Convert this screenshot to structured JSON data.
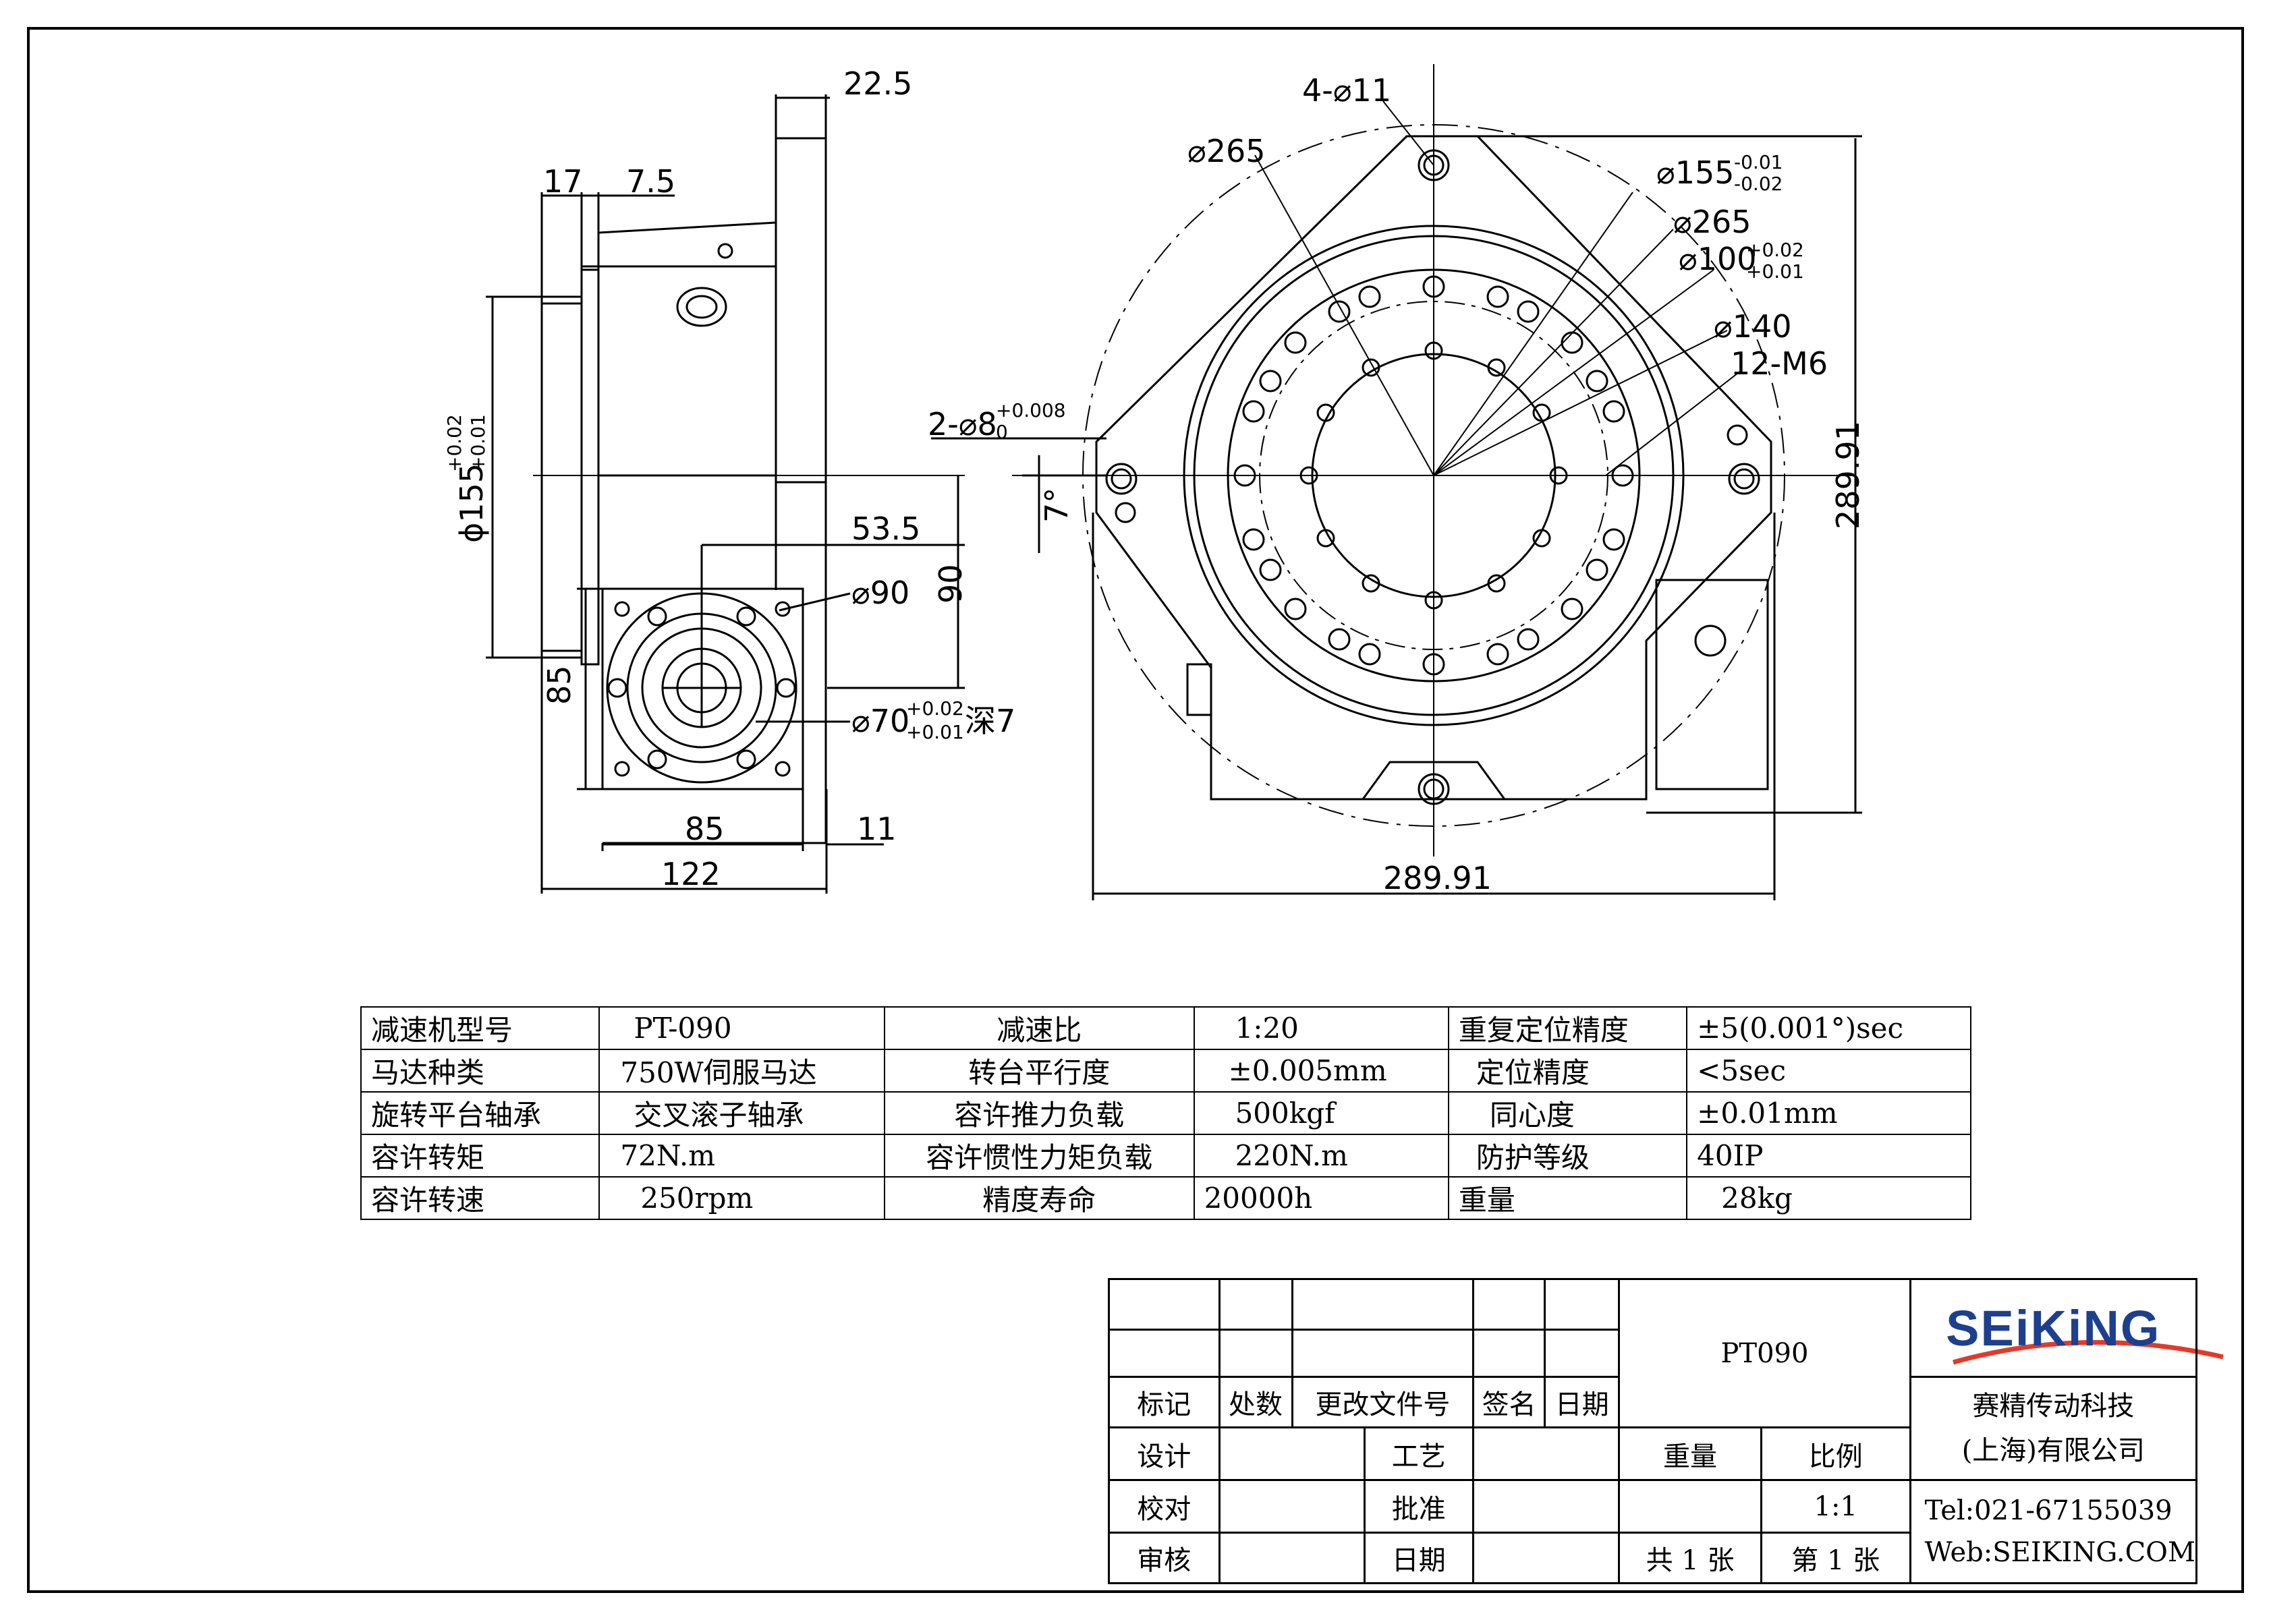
{
  "drawing": {
    "side_view": {
      "dims": [
        "22.5",
        "17",
        "7.5",
        "ϕ155",
        "+0.02",
        "+0.01",
        "53.5",
        "90",
        "⌀90",
        "85",
        "⌀70",
        "+0.02",
        "+0.01",
        "深7",
        "85",
        "11",
        "122"
      ]
    },
    "top_view": {
      "dims": [
        "4-⌀11",
        "⌀265",
        "⌀155",
        "-0.01",
        "-0.02",
        "⌀265",
        "⌀100",
        "+0.02",
        "+0.01",
        "⌀140",
        "12-M6",
        "2-⌀8",
        "+0.008",
        "0",
        "7°",
        "289.91",
        "289.91"
      ]
    }
  },
  "spec_table": {
    "rows": [
      [
        "减速机型号",
        "PT-090",
        "减速比",
        "1:20",
        "重复定位精度",
        "±5(0.001°)sec"
      ],
      [
        "马达种类",
        "750W伺服马达",
        "转台平行度",
        "±0.005mm",
        "定位精度",
        "<5sec"
      ],
      [
        "旋转平台轴承",
        "交叉滚子轴承",
        "容许推力负载",
        "500kgf",
        "同心度",
        "±0.01mm"
      ],
      [
        "容许转矩",
        "72N.m",
        "容许惯性力矩负载",
        "220N.m",
        "防护等级",
        "40IP"
      ],
      [
        "容许转速",
        "250rpm",
        "精度寿命",
        "20000h",
        "重量",
        "28kg"
      ]
    ]
  },
  "title_block": {
    "revision_headers": [
      "标记",
      "处数",
      "更改文件号",
      "签名",
      "日期"
    ],
    "part_number": "PT090",
    "design": "设计",
    "process": "工艺",
    "check": "校对",
    "approve": "批准",
    "audit": "审核",
    "date": "日期",
    "weight_label": "重量",
    "scale_label": "比例",
    "scale_value": "1:1",
    "sheet_total": "共 1 张",
    "sheet_no": "第 1 张",
    "logo_text": "SEiKiNG",
    "company_line1": "赛精传动科技",
    "company_line2": "(上海)有限公司",
    "tel": "Tel:021-67155039",
    "web": "Web:SEIKING.COM",
    "logo_color": "#1d3f8f",
    "swoosh_color": "#e23a2a"
  }
}
